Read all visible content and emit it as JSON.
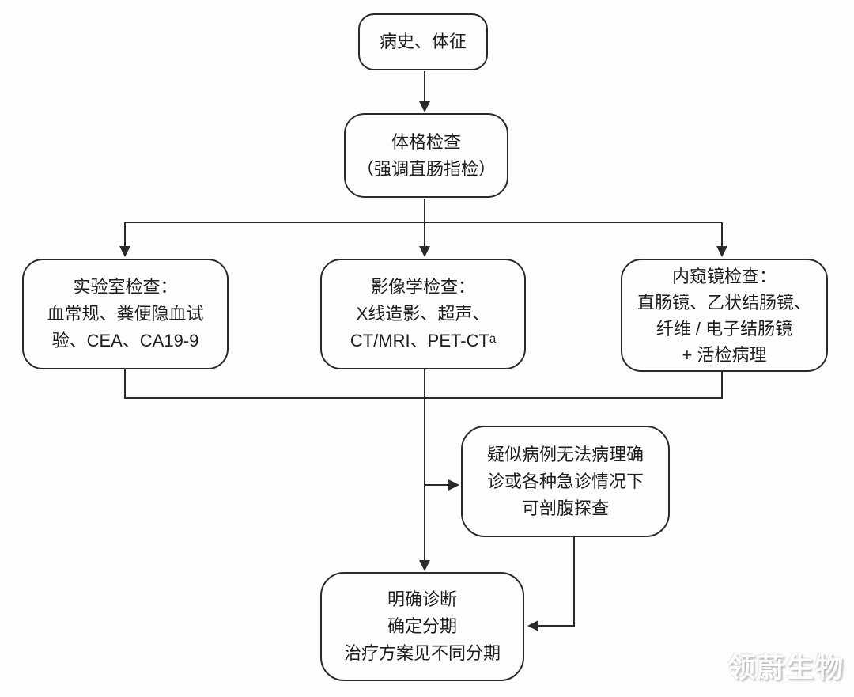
{
  "diagram": {
    "type": "flowchart",
    "colors": {
      "line": "#2a2a2a",
      "box_border": "#2a2a2a",
      "box_background": "#fdfdfd",
      "text": "#1e1e1e",
      "page_background": "#fdfdfd"
    },
    "nodes": {
      "history": {
        "label": "病史、体征"
      },
      "physical": {
        "label": "体格检查\n（强调直肠指检）"
      },
      "lab": {
        "label": "实验室检查：\n血常规、粪便隐血试\n验、CEA、CA19-9"
      },
      "imaging": {
        "label": "影像学检查：\nX线造影、超声、\nCT/MRI、PET-CTᵃ"
      },
      "endoscopy": {
        "label": "内窥镜检查：\n直肠镜、乙状结肠镜、\n纤维 / 电子结肠镜\n+ 活检病理"
      },
      "laparotomy": {
        "label": "疑似病例无法病理确\n诊或各种急诊情况下\n可剖腹探查"
      },
      "diagnosis": {
        "label": "明确诊断\n确定分期\n治疗方案见不同分期"
      }
    },
    "edges": [
      {
        "from": "history",
        "to": "physical"
      },
      {
        "from": "physical",
        "to": "lab"
      },
      {
        "from": "physical",
        "to": "imaging"
      },
      {
        "from": "physical",
        "to": "endoscopy"
      },
      {
        "from": "lab",
        "to": "merge-bus"
      },
      {
        "from": "imaging",
        "to": "merge-bus"
      },
      {
        "from": "endoscopy",
        "to": "merge-bus"
      },
      {
        "from": "merge-bus",
        "to": "laparotomy"
      },
      {
        "from": "merge-bus",
        "to": "diagnosis"
      },
      {
        "from": "laparotomy",
        "to": "diagnosis"
      }
    ],
    "footnote_marker": "a"
  },
  "watermark": {
    "text": "领蔚生物"
  }
}
